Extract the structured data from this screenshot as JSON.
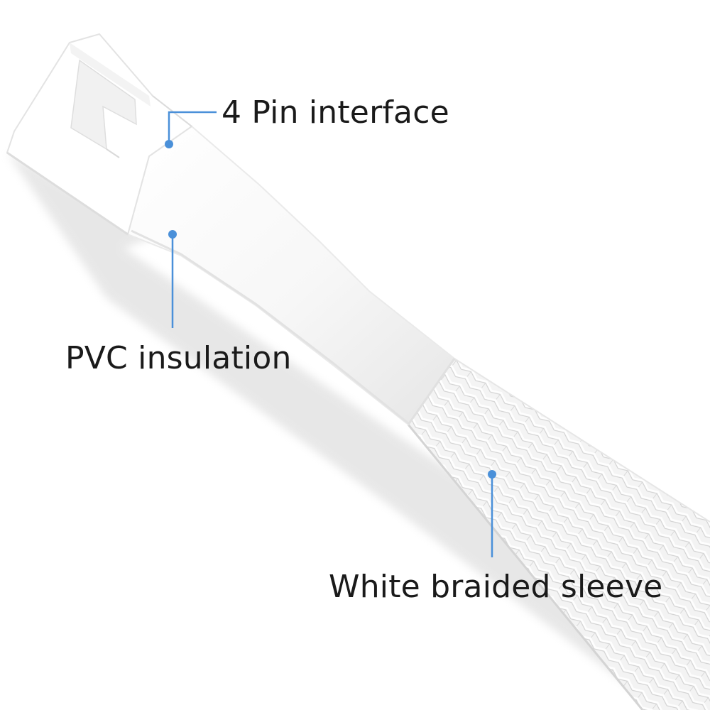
{
  "callouts": {
    "pin_interface": "4 Pin interface",
    "pvc_insulation": "PVC insulation",
    "braided_sleeve": "White braided sleeve"
  },
  "colors": {
    "callout_line": "#4a90d9",
    "callout_dot": "#4a90d9",
    "label_text": "#1a1a1a",
    "cable_white": "#ffffff"
  }
}
